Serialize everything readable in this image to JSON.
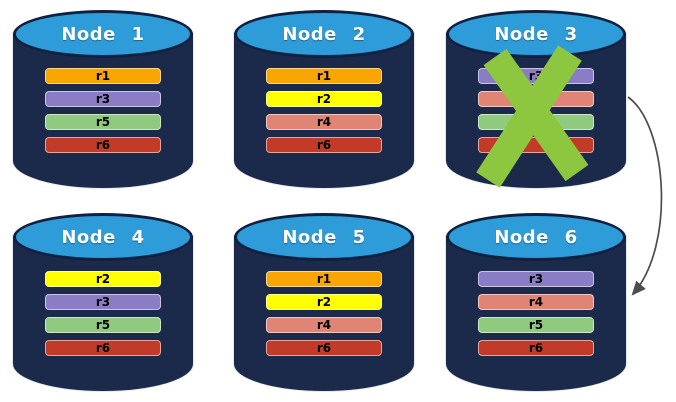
{
  "colors": {
    "background": "#FFFFFF",
    "cylinder_body": "#1B2A4A",
    "cylinder_top": "#2D9CD9",
    "cylinder_outline": "#0F2140",
    "replica_r1": "#F9A602",
    "replica_r2": "#FFFF00",
    "replica_r3": "#8B7CC6",
    "replica_r4": "#E08575",
    "replica_r5": "#90CA7E",
    "replica_r6": "#C23B28",
    "failure_x": "#8DC63F",
    "arrow": "#4D4D4D"
  },
  "nodes": [
    {
      "title": "Node 1",
      "bars": [
        {
          "label": "r1",
          "color": "#F9A602"
        },
        {
          "label": "r3",
          "color": "#8B7CC6"
        },
        {
          "label": "r5",
          "color": "#90CA7E"
        },
        {
          "label": "r6",
          "color": "#C23B28"
        }
      ]
    },
    {
      "title": "Node 2",
      "bars": [
        {
          "label": "r1",
          "color": "#F9A602"
        },
        {
          "label": "r2",
          "color": "#FFFF00"
        },
        {
          "label": "r4",
          "color": "#E08575"
        },
        {
          "label": "r6",
          "color": "#C23B28"
        }
      ]
    },
    {
      "title": "Node 3",
      "failed": true,
      "bars": [
        {
          "label": "r3",
          "color": "#8B7CC6"
        },
        {
          "label": "",
          "color": "#E08575"
        },
        {
          "label": "",
          "color": "#90CA7E"
        },
        {
          "label": "",
          "color": "#C23B28"
        }
      ]
    },
    {
      "title": "Node 4",
      "bars": [
        {
          "label": "r2",
          "color": "#FFFF00"
        },
        {
          "label": "r3",
          "color": "#8B7CC6"
        },
        {
          "label": "r5",
          "color": "#90CA7E"
        },
        {
          "label": "r6",
          "color": "#C23B28"
        }
      ]
    },
    {
      "title": "Node 5",
      "bars": [
        {
          "label": "r1",
          "color": "#F9A602"
        },
        {
          "label": "r2",
          "color": "#FFFF00"
        },
        {
          "label": "r4",
          "color": "#E08575"
        },
        {
          "label": "r6",
          "color": "#C23B28"
        }
      ]
    },
    {
      "title": "Node 6",
      "bars": [
        {
          "label": "r3",
          "color": "#8B7CC6"
        },
        {
          "label": "r4",
          "color": "#E08575"
        },
        {
          "label": "r5",
          "color": "#90CA7E"
        },
        {
          "label": "r6",
          "color": "#C23B28"
        }
      ]
    }
  ],
  "failure_x": {
    "on_node": "Node 3",
    "color": "#8DC63F"
  },
  "arrow": {
    "from": "Node 3",
    "to": "Node 6",
    "color": "#4D4D4D"
  }
}
